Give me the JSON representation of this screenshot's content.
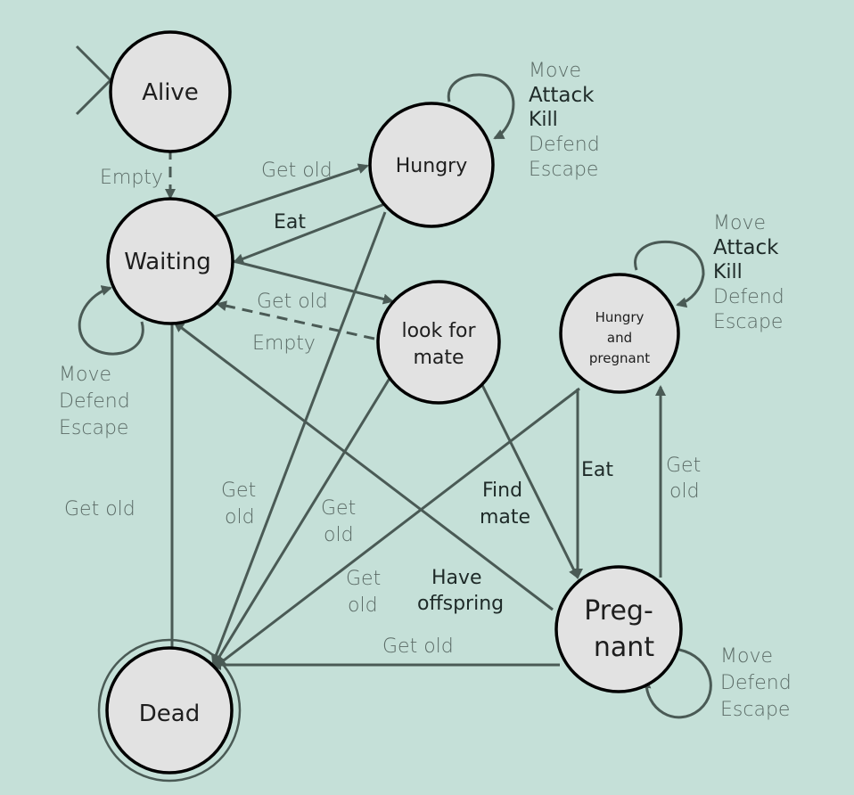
{
  "nodes": {
    "alive": "Alive",
    "waiting": "Waiting",
    "hungry": "Hungry",
    "look_for_mate": [
      "look for",
      "mate"
    ],
    "hungry_pregnant": [
      "Hungry",
      "and",
      "pregnant"
    ],
    "pregnant": [
      "Preg-",
      "nant"
    ],
    "dead": "Dead"
  },
  "edges": {
    "alive_waiting": "Empty",
    "waiting_hungry": "Get old",
    "hungry_waiting": "Eat",
    "waiting_mate": "Get old",
    "mate_waiting": "Empty",
    "waiting_dead": "Get old",
    "hungry_dead": [
      "Get",
      "old"
    ],
    "mate_dead": [
      "Get",
      "old"
    ],
    "hp_dead": [
      "Get",
      "old"
    ],
    "pregnant_waiting": [
      "Have",
      "offspring"
    ],
    "mate_pregnant": [
      "Find",
      "mate"
    ],
    "hp_pregnant": "Eat",
    "pregnant_hp": [
      "Get",
      "old"
    ],
    "pregnant_dead": "Get old"
  },
  "self_loops": {
    "hungry": {
      "gray_top": "Move",
      "dark": [
        "Attack",
        "Kill"
      ],
      "gray_bottom": [
        "Defend",
        "Escape"
      ]
    },
    "hungry_pregnant": {
      "gray_top": "Move",
      "dark": [
        "Attack",
        "Kill"
      ],
      "gray_bottom": [
        "Defend",
        "Escape"
      ]
    },
    "waiting": [
      "Move",
      "Defend",
      "Escape"
    ],
    "pregnant": [
      "Move",
      "Defend",
      "Escape"
    ]
  }
}
